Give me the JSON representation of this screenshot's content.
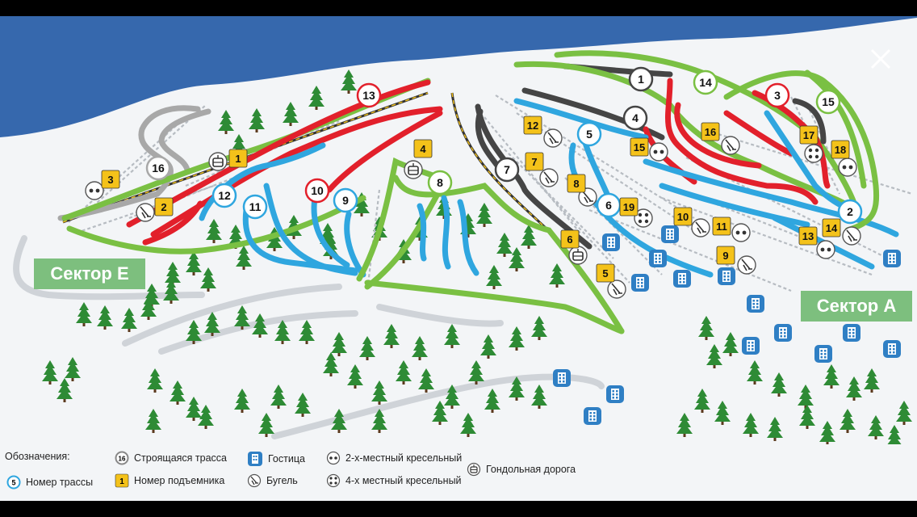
{
  "sectors": {
    "e": "Сектор E",
    "a": "Сектор A"
  },
  "colors": {
    "sky": "#3668ad",
    "snow": "#f3f5f7",
    "run_green": "#7ac043",
    "run_blue": "#2fa6df",
    "run_red": "#e2202b",
    "run_black": "#454545",
    "run_gray": "#a8a8a8",
    "lift_badge": "#f4c21a",
    "hotel": "#2f7fc4",
    "tree": "#2e8b35",
    "sector_label": "#7dbf7e"
  },
  "runs": [
    {
      "num": "13",
      "color": "red"
    },
    {
      "num": "16",
      "color": "gray"
    },
    {
      "num": "12",
      "color": "blue"
    },
    {
      "num": "11",
      "color": "blue"
    },
    {
      "num": "10",
      "color": "red"
    },
    {
      "num": "9",
      "color": "blue"
    },
    {
      "num": "8",
      "color": "green"
    },
    {
      "num": "7",
      "color": "black"
    },
    {
      "num": "1",
      "color": "black"
    },
    {
      "num": "14",
      "color": "green"
    },
    {
      "num": "4",
      "color": "black"
    },
    {
      "num": "5",
      "color": "blue"
    },
    {
      "num": "6",
      "color": "blue"
    },
    {
      "num": "3",
      "color": "red"
    },
    {
      "num": "15",
      "color": "green"
    },
    {
      "num": "2",
      "color": "blue"
    }
  ],
  "lifts": [
    {
      "num": "1",
      "type": "gondola"
    },
    {
      "num": "2",
      "type": "t-bar"
    },
    {
      "num": "3",
      "type": "chair-2"
    },
    {
      "num": "4",
      "type": "gondola"
    },
    {
      "num": "5",
      "type": "t-bar"
    },
    {
      "num": "6",
      "type": "gondola"
    },
    {
      "num": "7",
      "type": "t-bar"
    },
    {
      "num": "8",
      "type": "t-bar"
    },
    {
      "num": "9",
      "type": "t-bar"
    },
    {
      "num": "10",
      "type": "t-bar"
    },
    {
      "num": "11",
      "type": "chair-2"
    },
    {
      "num": "12",
      "type": "t-bar"
    },
    {
      "num": "13",
      "type": "chair-2"
    },
    {
      "num": "14",
      "type": "t-bar"
    },
    {
      "num": "15",
      "type": "chair-2"
    },
    {
      "num": "16",
      "type": "t-bar"
    },
    {
      "num": "17",
      "type": "chair-4"
    },
    {
      "num": "18",
      "type": "chair-2"
    },
    {
      "num": "19",
      "type": "chair-4"
    }
  ],
  "legend": {
    "title": "Обозначения:",
    "run_number": {
      "sample": "5",
      "label": "Номер трассы"
    },
    "under_construction": {
      "sample": "16",
      "label": "Строящаяся трасса"
    },
    "lift_number": {
      "sample": "1",
      "label": "Номер подъемника"
    },
    "hotel": {
      "label": "Гостица"
    },
    "tbar": {
      "label": "Бугель"
    },
    "chair2": {
      "label": "2-х-местный кресельный"
    },
    "chair4": {
      "label": "4-х местный кресельный"
    },
    "gondola": {
      "label": "Гондольная дорога"
    }
  }
}
